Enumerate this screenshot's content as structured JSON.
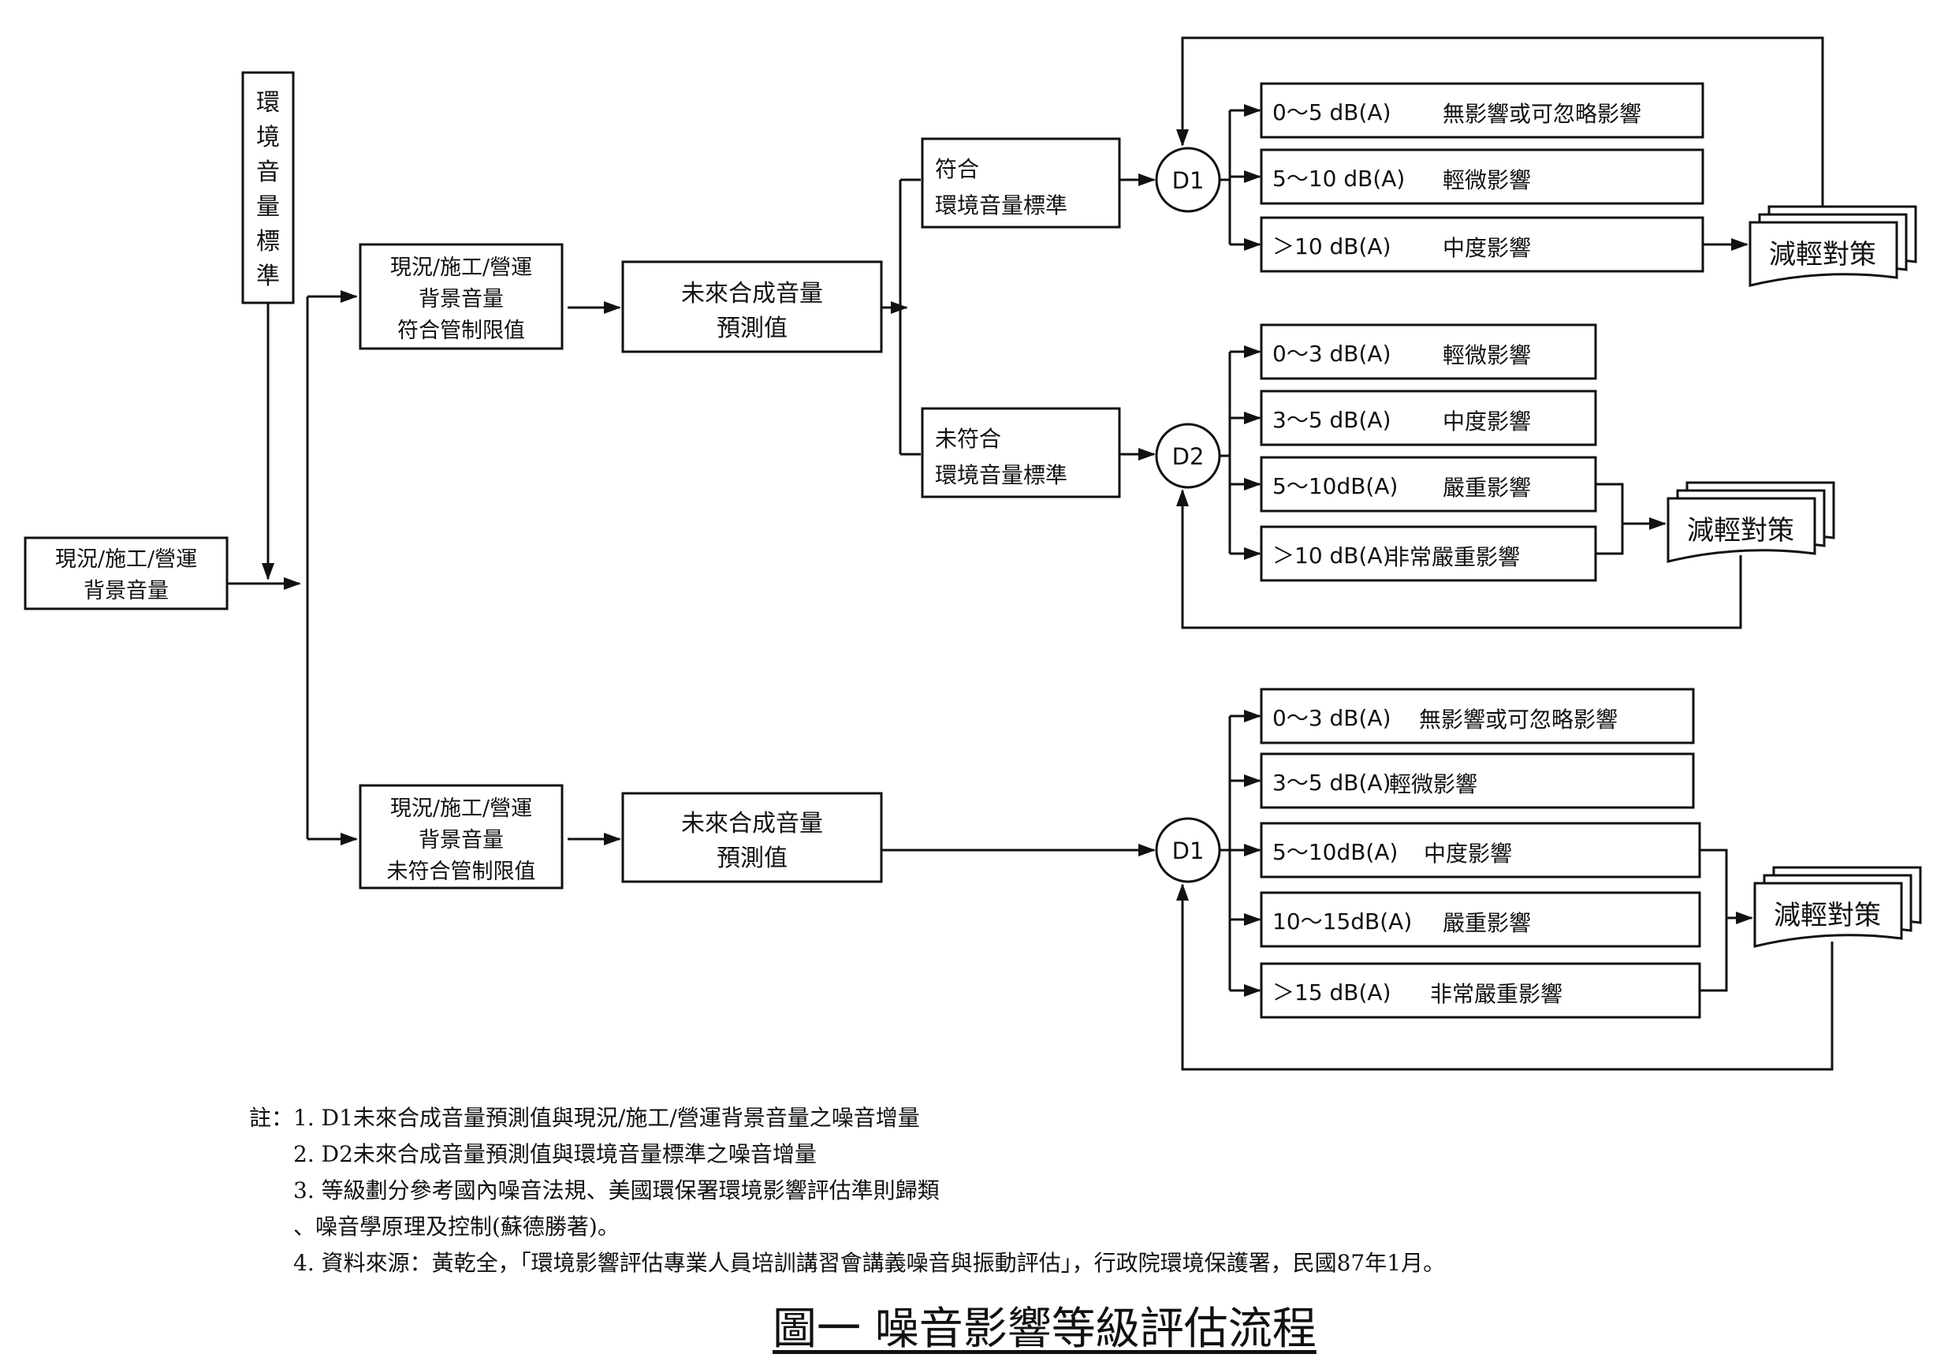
{
  "env_standard": [
    "環",
    "境",
    "音",
    "量",
    "標",
    "準"
  ],
  "background_box": [
    "現況/施工/營運",
    "背景音量"
  ],
  "compliant_box": [
    "現況/施工/營運",
    "背景音量",
    "符合管制限值"
  ],
  "noncompliant_box": [
    "現況/施工/營運",
    "背景音量",
    "未符合管制限值"
  ],
  "prediction_box_top": [
    "未來合成音量",
    "預測值"
  ],
  "prediction_box_bottom": [
    "未來合成音量",
    "預測值"
  ],
  "meets_box": [
    "符合",
    "環境音量標準"
  ],
  "not_meets_box": [
    "未符合",
    "環境音量標準"
  ],
  "decision_top": "D1",
  "decision_mid": "D2",
  "decision_bottom": "D1",
  "top_levels": [
    {
      "range": "0～5 dB(A)",
      "impact": "無影響或可忽略影響"
    },
    {
      "range": "5～10 dB(A)",
      "impact": "輕微影響"
    },
    {
      "range": "＞10 dB(A)",
      "impact": "中度影響"
    }
  ],
  "mid_levels": [
    {
      "range": "0～3 dB(A)",
      "impact": "輕微影響"
    },
    {
      "range": "3～5 dB(A)",
      "impact": "中度影響"
    },
    {
      "range": "5～10dB(A)",
      "impact": "嚴重影響"
    },
    {
      "range": "＞10 dB(A)",
      "impact": "非常嚴重影響"
    }
  ],
  "bottom_levels": [
    {
      "range": "0～3 dB(A)",
      "impact": "無影響或可忽略影響"
    },
    {
      "range": "3～5 dB(A)",
      "impact": "輕微影響"
    },
    {
      "range": "5～10dB(A)",
      "impact": "中度影響"
    },
    {
      "range": "10～15dB(A)",
      "impact": "嚴重影響"
    },
    {
      "range": "＞15 dB(A)",
      "impact": "非常嚴重影響"
    }
  ],
  "mitigation_top": "減輕對策",
  "mitigation_mid": "減輕對策",
  "mitigation_bottom": "減輕對策",
  "notes": {
    "lead": "註：",
    "n1": "1. D1未來合成音量預測值與現況/施工/營運背景音量之噪音增量",
    "n2": "2. D2未來合成音量預測值與環境音量標準之噪音增量",
    "n3a": "3. 等級劃分參考國內噪音法規、美國環保署環境影響評估準則歸類",
    "n3b": "、噪音學原理及控制(蘇德勝著)。",
    "n4": "4. 資料來源：黃乾全，「環境影響評估專業人員培訓講習會講義噪音與振動評估」，行政院環境保護署，民國87年1月。"
  },
  "caption": "圖一 噪音影響等級評估流程"
}
